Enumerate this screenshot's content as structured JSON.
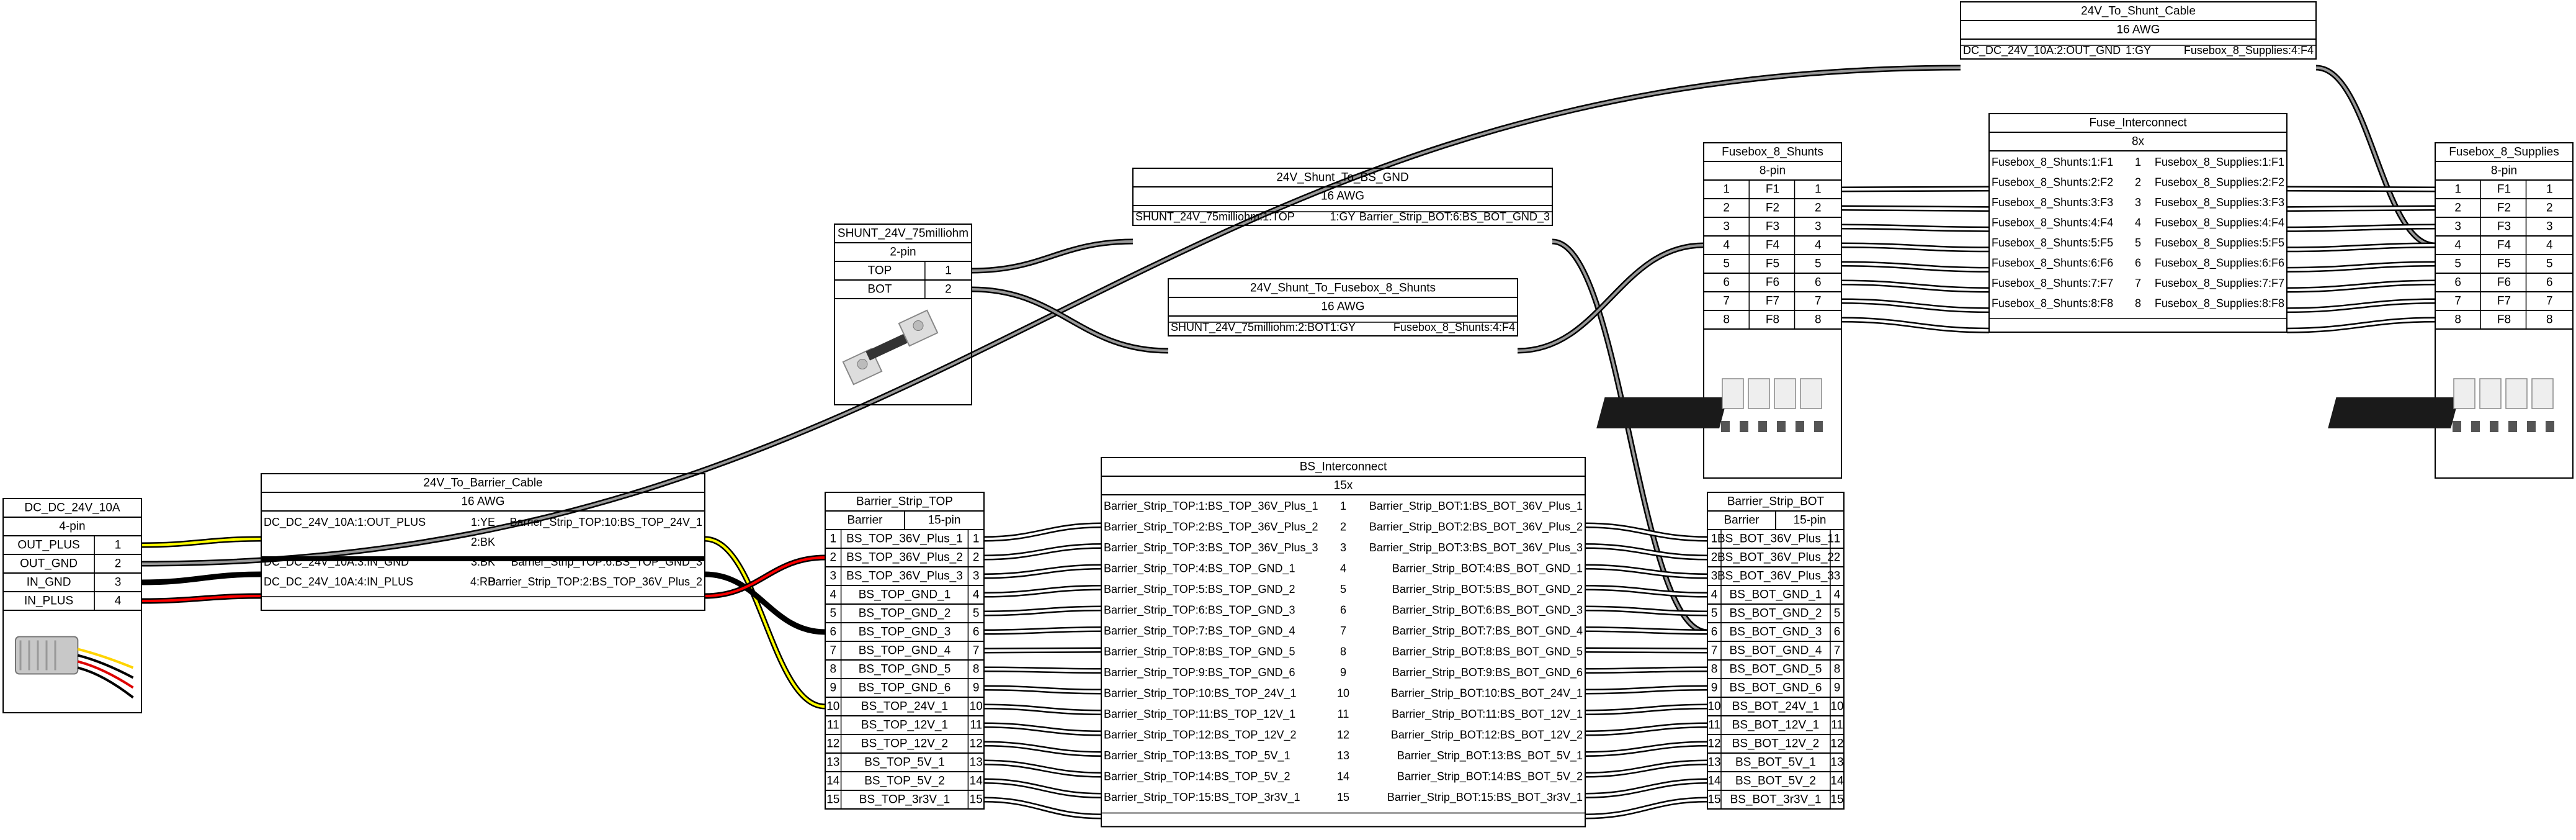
{
  "colors": {
    "line": "#000000",
    "background": "#ffffff",
    "wire_gy": "#999999",
    "wire_ye": "#ffff00",
    "wire_bk": "#000000",
    "wire_rd": "#ff0000",
    "wire_white": "#ffffff"
  },
  "connectors": {
    "dcdc": {
      "title": "DC_DC_24V_10A",
      "subtitle": "4-pin",
      "pins": [
        {
          "label": "OUT_PLUS",
          "num": "1"
        },
        {
          "label": "OUT_GND",
          "num": "2"
        },
        {
          "label": "IN_GND",
          "num": "3"
        },
        {
          "label": "IN_PLUS",
          "num": "4"
        }
      ],
      "image_icon": "dc-dc-converter-icon"
    },
    "shunt": {
      "title": "SHUNT_24V_75milliohm",
      "subtitle": "2-pin",
      "pins": [
        {
          "label": "TOP",
          "num": "1"
        },
        {
          "label": "BOT",
          "num": "2"
        }
      ],
      "image_icon": "shunt-resistor-icon"
    },
    "fusebox_shunts": {
      "title": "Fusebox_8_Shunts",
      "subtitle": "8-pin",
      "pins": [
        {
          "num": "1",
          "label": "F1"
        },
        {
          "num": "2",
          "label": "F2"
        },
        {
          "num": "3",
          "label": "F3"
        },
        {
          "num": "4",
          "label": "F4"
        },
        {
          "num": "5",
          "label": "F5"
        },
        {
          "num": "6",
          "label": "F6"
        },
        {
          "num": "7",
          "label": "F7"
        },
        {
          "num": "8",
          "label": "F8"
        }
      ],
      "image_icon": "fusebox-icon"
    },
    "fusebox_supplies": {
      "title": "Fusebox_8_Supplies",
      "subtitle": "8-pin",
      "pins": [
        {
          "num": "1",
          "label": "F1"
        },
        {
          "num": "2",
          "label": "F2"
        },
        {
          "num": "3",
          "label": "F3"
        },
        {
          "num": "4",
          "label": "F4"
        },
        {
          "num": "5",
          "label": "F5"
        },
        {
          "num": "6",
          "label": "F6"
        },
        {
          "num": "7",
          "label": "F7"
        },
        {
          "num": "8",
          "label": "F8"
        }
      ],
      "image_icon": "fusebox-icon"
    },
    "barrier_top": {
      "title": "Barrier_Strip_TOP",
      "type": "Barrier",
      "subtitle": "15-pin",
      "pins": [
        {
          "num": "1",
          "label": "BS_TOP_36V_Plus_1"
        },
        {
          "num": "2",
          "label": "BS_TOP_36V_Plus_2"
        },
        {
          "num": "3",
          "label": "BS_TOP_36V_Plus_3"
        },
        {
          "num": "4",
          "label": "BS_TOP_GND_1"
        },
        {
          "num": "5",
          "label": "BS_TOP_GND_2"
        },
        {
          "num": "6",
          "label": "BS_TOP_GND_3"
        },
        {
          "num": "7",
          "label": "BS_TOP_GND_4"
        },
        {
          "num": "8",
          "label": "BS_TOP_GND_5"
        },
        {
          "num": "9",
          "label": "BS_TOP_GND_6"
        },
        {
          "num": "10",
          "label": "BS_TOP_24V_1"
        },
        {
          "num": "11",
          "label": "BS_TOP_12V_1"
        },
        {
          "num": "12",
          "label": "BS_TOP_12V_2"
        },
        {
          "num": "13",
          "label": "BS_TOP_5V_1"
        },
        {
          "num": "14",
          "label": "BS_TOP_5V_2"
        },
        {
          "num": "15",
          "label": "BS_TOP_3r3V_1"
        }
      ]
    },
    "barrier_bot": {
      "title": "Barrier_Strip_BOT",
      "type": "Barrier",
      "subtitle": "15-pin",
      "pins": [
        {
          "num": "1",
          "label": "BS_BOT_36V_Plus_1"
        },
        {
          "num": "2",
          "label": "BS_BOT_36V_Plus_2"
        },
        {
          "num": "3",
          "label": "BS_BOT_36V_Plus_3"
        },
        {
          "num": "4",
          "label": "BS_BOT_GND_1"
        },
        {
          "num": "5",
          "label": "BS_BOT_GND_2"
        },
        {
          "num": "6",
          "label": "BS_BOT_GND_3"
        },
        {
          "num": "7",
          "label": "BS_BOT_GND_4"
        },
        {
          "num": "8",
          "label": "BS_BOT_GND_5"
        },
        {
          "num": "9",
          "label": "BS_BOT_GND_6"
        },
        {
          "num": "10",
          "label": "BS_BOT_24V_1"
        },
        {
          "num": "11",
          "label": "BS_BOT_12V_1"
        },
        {
          "num": "12",
          "label": "BS_BOT_12V_2"
        },
        {
          "num": "13",
          "label": "BS_BOT_5V_1"
        },
        {
          "num": "14",
          "label": "BS_BOT_5V_2"
        },
        {
          "num": "15",
          "label": "BS_BOT_3r3V_1"
        }
      ]
    }
  },
  "cables": {
    "to_shunt_cable": {
      "title": "24V_To_Shunt_Cable",
      "gauge": "16 AWG",
      "rows": [
        {
          "from": "DC_DC_24V_10A:2:OUT_GND",
          "wire": "1:GY",
          "to": "Fusebox_8_Supplies:4:F4"
        }
      ]
    },
    "shunt_to_bs_gnd": {
      "title": "24V_Shunt_To_BS_GND",
      "gauge": "16 AWG",
      "rows": [
        {
          "from": "SHUNT_24V_75milliohm:1:TOP",
          "wire": "1:GY",
          "to": "Barrier_Strip_BOT:6:BS_BOT_GND_3"
        }
      ]
    },
    "shunt_to_fusebox": {
      "title": "24V_Shunt_To_Fusebox_8_Shunts",
      "gauge": "16 AWG",
      "rows": [
        {
          "from": "SHUNT_24V_75milliohm:2:BOT",
          "wire": "1:GY",
          "to": "Fusebox_8_Shunts:4:F4"
        }
      ]
    },
    "to_barrier_cable": {
      "title": "24V_To_Barrier_Cable",
      "gauge": "16 AWG",
      "rows": [
        {
          "from": "DC_DC_24V_10A:1:OUT_PLUS",
          "wire": "1:YE",
          "to": "Barrier_Strip_TOP:10:BS_TOP_24V_1"
        },
        {
          "from": "",
          "wire": "2:BK",
          "to": ""
        },
        {
          "from": "DC_DC_24V_10A:3:IN_GND",
          "wire": "3:BK",
          "to": "Barrier_Strip_TOP:6:BS_TOP_GND_3"
        },
        {
          "from": "DC_DC_24V_10A:4:IN_PLUS",
          "wire": "4:RD",
          "to": "Barrier_Strip_TOP:2:BS_TOP_36V_Plus_2"
        }
      ]
    },
    "fuse_interconnect": {
      "title": "Fuse_Interconnect",
      "gauge": "8x",
      "rows": [
        {
          "from": "Fusebox_8_Shunts:1:F1",
          "wire": "1",
          "to": "Fusebox_8_Supplies:1:F1"
        },
        {
          "from": "Fusebox_8_Shunts:2:F2",
          "wire": "2",
          "to": "Fusebox_8_Supplies:2:F2"
        },
        {
          "from": "Fusebox_8_Shunts:3:F3",
          "wire": "3",
          "to": "Fusebox_8_Supplies:3:F3"
        },
        {
          "from": "Fusebox_8_Shunts:4:F4",
          "wire": "4",
          "to": "Fusebox_8_Supplies:4:F4"
        },
        {
          "from": "Fusebox_8_Shunts:5:F5",
          "wire": "5",
          "to": "Fusebox_8_Supplies:5:F5"
        },
        {
          "from": "Fusebox_8_Shunts:6:F6",
          "wire": "6",
          "to": "Fusebox_8_Supplies:6:F6"
        },
        {
          "from": "Fusebox_8_Shunts:7:F7",
          "wire": "7",
          "to": "Fusebox_8_Supplies:7:F7"
        },
        {
          "from": "Fusebox_8_Shunts:8:F8",
          "wire": "8",
          "to": "Fusebox_8_Supplies:8:F8"
        }
      ]
    },
    "bs_interconnect": {
      "title": "BS_Interconnect",
      "gauge": "15x",
      "rows": [
        {
          "from": "Barrier_Strip_TOP:1:BS_TOP_36V_Plus_1",
          "wire": "1",
          "to": "Barrier_Strip_BOT:1:BS_BOT_36V_Plus_1"
        },
        {
          "from": "Barrier_Strip_TOP:2:BS_TOP_36V_Plus_2",
          "wire": "2",
          "to": "Barrier_Strip_BOT:2:BS_BOT_36V_Plus_2"
        },
        {
          "from": "Barrier_Strip_TOP:3:BS_TOP_36V_Plus_3",
          "wire": "3",
          "to": "Barrier_Strip_BOT:3:BS_BOT_36V_Plus_3"
        },
        {
          "from": "Barrier_Strip_TOP:4:BS_TOP_GND_1",
          "wire": "4",
          "to": "Barrier_Strip_BOT:4:BS_BOT_GND_1"
        },
        {
          "from": "Barrier_Strip_TOP:5:BS_TOP_GND_2",
          "wire": "5",
          "to": "Barrier_Strip_BOT:5:BS_BOT_GND_2"
        },
        {
          "from": "Barrier_Strip_TOP:6:BS_TOP_GND_3",
          "wire": "6",
          "to": "Barrier_Strip_BOT:6:BS_BOT_GND_3"
        },
        {
          "from": "Barrier_Strip_TOP:7:BS_TOP_GND_4",
          "wire": "7",
          "to": "Barrier_Strip_BOT:7:BS_BOT_GND_4"
        },
        {
          "from": "Barrier_Strip_TOP:8:BS_TOP_GND_5",
          "wire": "8",
          "to": "Barrier_Strip_BOT:8:BS_BOT_GND_5"
        },
        {
          "from": "Barrier_Strip_TOP:9:BS_TOP_GND_6",
          "wire": "9",
          "to": "Barrier_Strip_BOT:9:BS_BOT_GND_6"
        },
        {
          "from": "Barrier_Strip_TOP:10:BS_TOP_24V_1",
          "wire": "10",
          "to": "Barrier_Strip_BOT:10:BS_BOT_24V_1"
        },
        {
          "from": "Barrier_Strip_TOP:11:BS_TOP_12V_1",
          "wire": "11",
          "to": "Barrier_Strip_BOT:11:BS_BOT_12V_1"
        },
        {
          "from": "Barrier_Strip_TOP:12:BS_TOP_12V_2",
          "wire": "12",
          "to": "Barrier_Strip_BOT:12:BS_BOT_12V_2"
        },
        {
          "from": "Barrier_Strip_TOP:13:BS_TOP_5V_1",
          "wire": "13",
          "to": "Barrier_Strip_BOT:13:BS_BOT_5V_1"
        },
        {
          "from": "Barrier_Strip_TOP:14:BS_TOP_5V_2",
          "wire": "14",
          "to": "Barrier_Strip_BOT:14:BS_BOT_5V_2"
        },
        {
          "from": "Barrier_Strip_TOP:15:BS_TOP_3r3V_1",
          "wire": "15",
          "to": "Barrier_Strip_BOT:15:BS_BOT_3r3V_1"
        }
      ]
    }
  }
}
